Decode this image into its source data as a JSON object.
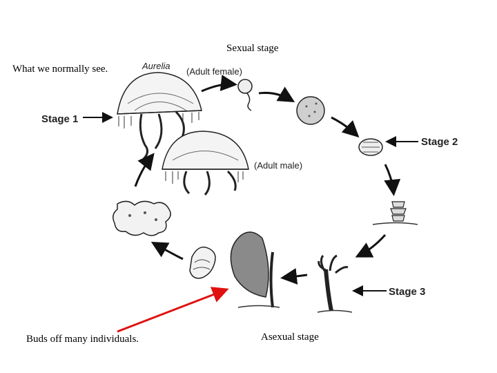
{
  "slide": {
    "caption_top": "Sexual stage",
    "caption_left": "What we normally see.",
    "caption_bottom_left": "Buds off many individuals.",
    "caption_bottom_right": "Asexual stage"
  },
  "diagram": {
    "genus_label": "Aurelia",
    "adult_female_label": "(Adult female)",
    "adult_male_label": "(Adult male)",
    "stage1_label": "Stage 1",
    "stage2_label": "Stage 2",
    "stage3_label": "Stage 3",
    "pointer_color": "#e01010"
  }
}
